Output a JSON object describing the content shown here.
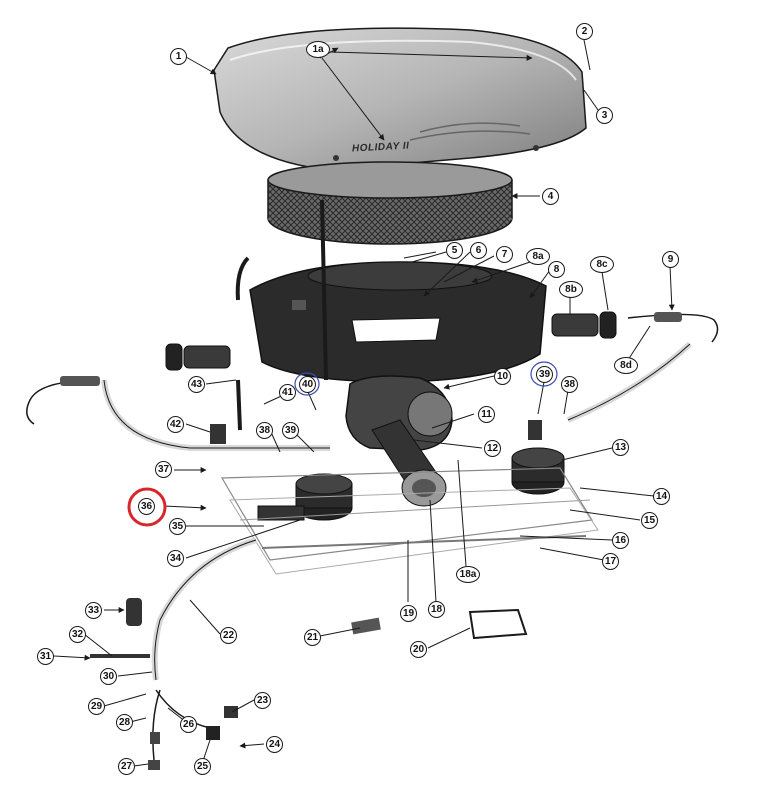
{
  "brand": "HOLIDAY II",
  "callouts": {
    "c1": "1",
    "c1a": "1a",
    "c2": "2",
    "c3": "3",
    "c4": "4",
    "c5": "5",
    "c6": "6",
    "c7": "7",
    "c8": "8",
    "c8a": "8a",
    "c8b": "8b",
    "c8c": "8c",
    "c8d": "8d",
    "c9": "9",
    "c10": "10",
    "c11": "11",
    "c12": "12",
    "c13": "13",
    "c14": "14",
    "c15": "15",
    "c16": "16",
    "c17": "17",
    "c18": "18",
    "c18a": "18a",
    "c19": "19",
    "c20": "20",
    "c21": "21",
    "c22": "22",
    "c23": "23",
    "c24": "24",
    "c25": "25",
    "c26": "26",
    "c27": "27",
    "c28": "28",
    "c29": "29",
    "c30": "30",
    "c31": "31",
    "c32": "32",
    "c33": "33",
    "c34": "34",
    "c35": "35",
    "c36": "36",
    "c37": "37",
    "c38a": "38",
    "c38b": "38",
    "c39a": "39",
    "c39b": "39",
    "c40": "40",
    "c41": "41",
    "c42": "42",
    "c43": "43"
  },
  "colors": {
    "highlight_red": "#d8262b",
    "highlight_blue": "#3a4bb0",
    "ink": "#1a1a1a",
    "dark_part": "#2b2b2b",
    "cover_gray": "#b9b9b9"
  }
}
